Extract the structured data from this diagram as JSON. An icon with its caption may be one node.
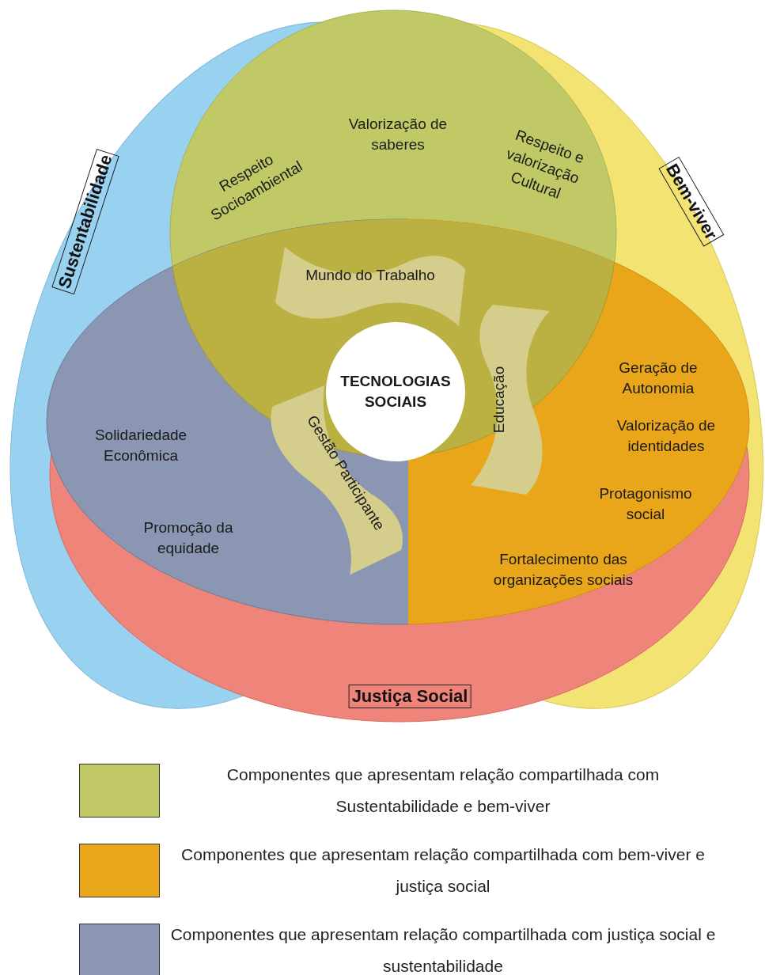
{
  "diagram": {
    "nodes": [
      {
        "text": [
          "Sustentabilidade"
        ]
      },
      {
        "text": [
          "Bem-viver"
        ]
      },
      {
        "text": [
          "Justiça Social"
        ]
      },
      {
        "text": [
          "TECNOLOGIAS SOCIAIS"
        ]
      },
      {
        "text": [
          "Mundo do Trabalho"
        ]
      },
      {
        "text": [
          "Educação"
        ]
      },
      {
        "text": [
          "Gestão Participante"
        ]
      }
    ],
    "labels": [
      "Valorização de saberes",
      "Respeito Socioambiental",
      "Respeito e valorização Cultural",
      "Geração de Autonomia",
      "Solidariedade Econômica",
      "Valorização de identidades",
      "Protagonismo social",
      "Promoção da equidade",
      "Fortalecimento das organizações sociais"
    ],
    "legend": [
      {
        "text": "Componentes que apresentam relação compartilhada com Sustentabilidade e bem-viver",
        "color": "#c1c967"
      },
      {
        "text": "Componentes que apresentam relação compartilhada com bem-viver e justiça social",
        "color": "#eaa61a"
      },
      {
        "text": "Componentes que apresentam relação compartilhada com justiça social e sustentabilidade",
        "color": "#8a96b2"
      }
    ]
  }
}
